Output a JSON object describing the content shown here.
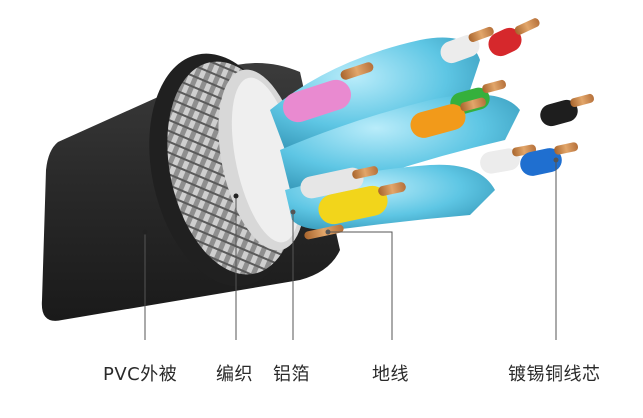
{
  "diagram": {
    "layers": [
      {
        "id": "pvc",
        "label": "PVC外被",
        "color": "#2b2b2b"
      },
      {
        "id": "braid",
        "label": "编织",
        "color": "#9a9a9a"
      },
      {
        "id": "foil",
        "label": "铝箔",
        "color": "#c9c9c9"
      },
      {
        "id": "drain",
        "label": "地线",
        "color": "#c98a4b"
      },
      {
        "id": "conductor",
        "label": "镀锡铜线芯",
        "color": "#d4935a"
      }
    ],
    "wire_colors": {
      "cyan_jacket": "#5ec6e4",
      "pink": "#e98ad0",
      "red": "#d6282c",
      "green": "#35b03c",
      "yellow": "#f2d51b",
      "orange": "#f29a1a",
      "blue": "#1f6fd0",
      "black": "#1e1e1e",
      "white": "#ececec"
    }
  }
}
